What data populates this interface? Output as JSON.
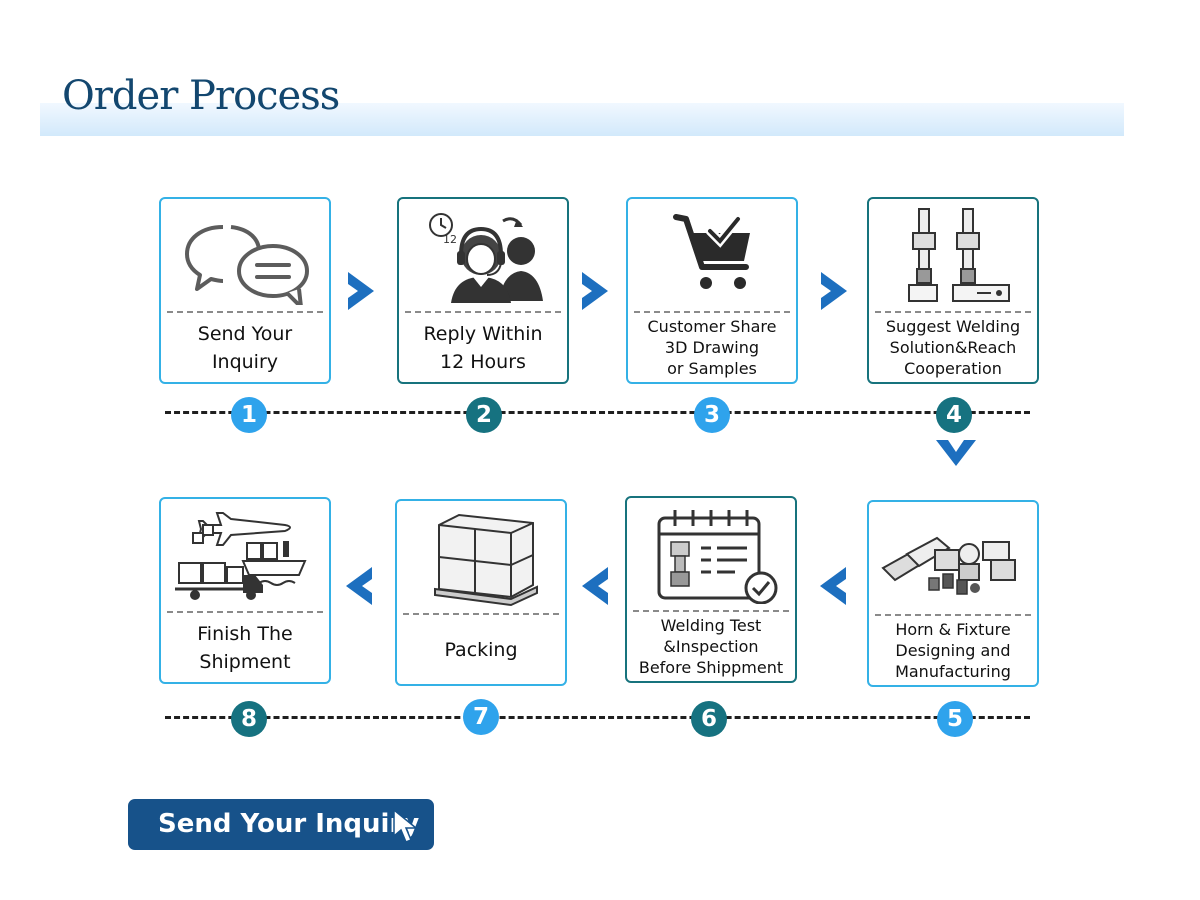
{
  "header": {
    "title": "Order Process"
  },
  "steps": [
    {
      "number": "1",
      "label": "Send Your\nInquiry",
      "icon": "chat-bubbles-icon"
    },
    {
      "number": "2",
      "label": "Reply Within\n12 Hours",
      "icon": "support-agent-icon"
    },
    {
      "number": "3",
      "label": "Customer Share\n3D Drawing\nor Samples",
      "icon": "shopping-cart-icon"
    },
    {
      "number": "4",
      "label": "Suggest Welding\nSolution&Reach\nCooperation",
      "icon": "welding-machine-icon"
    },
    {
      "number": "5",
      "label": "Horn & Fixture\nDesigning and\nManufacturing",
      "icon": "horns-fixtures-icon"
    },
    {
      "number": "6",
      "label": "Welding Test\n&Inspection\nBefore Shippment",
      "icon": "calendar-inspection-icon"
    },
    {
      "number": "7",
      "label": "Packing",
      "icon": "pallet-boxes-icon"
    },
    {
      "number": "8",
      "label": "Finish The\nShipment",
      "icon": "shipping-transport-icon"
    }
  ],
  "clock_badge": "12",
  "cta": {
    "label": "Send Your Inquiry",
    "icon": "mouse-cursor-icon"
  },
  "colors": {
    "accent_light": "#2fa3ec",
    "accent_dark": "#167280",
    "cta_bg": "#17528a",
    "title": "#13476f",
    "chevron": "#1d6fbf"
  }
}
